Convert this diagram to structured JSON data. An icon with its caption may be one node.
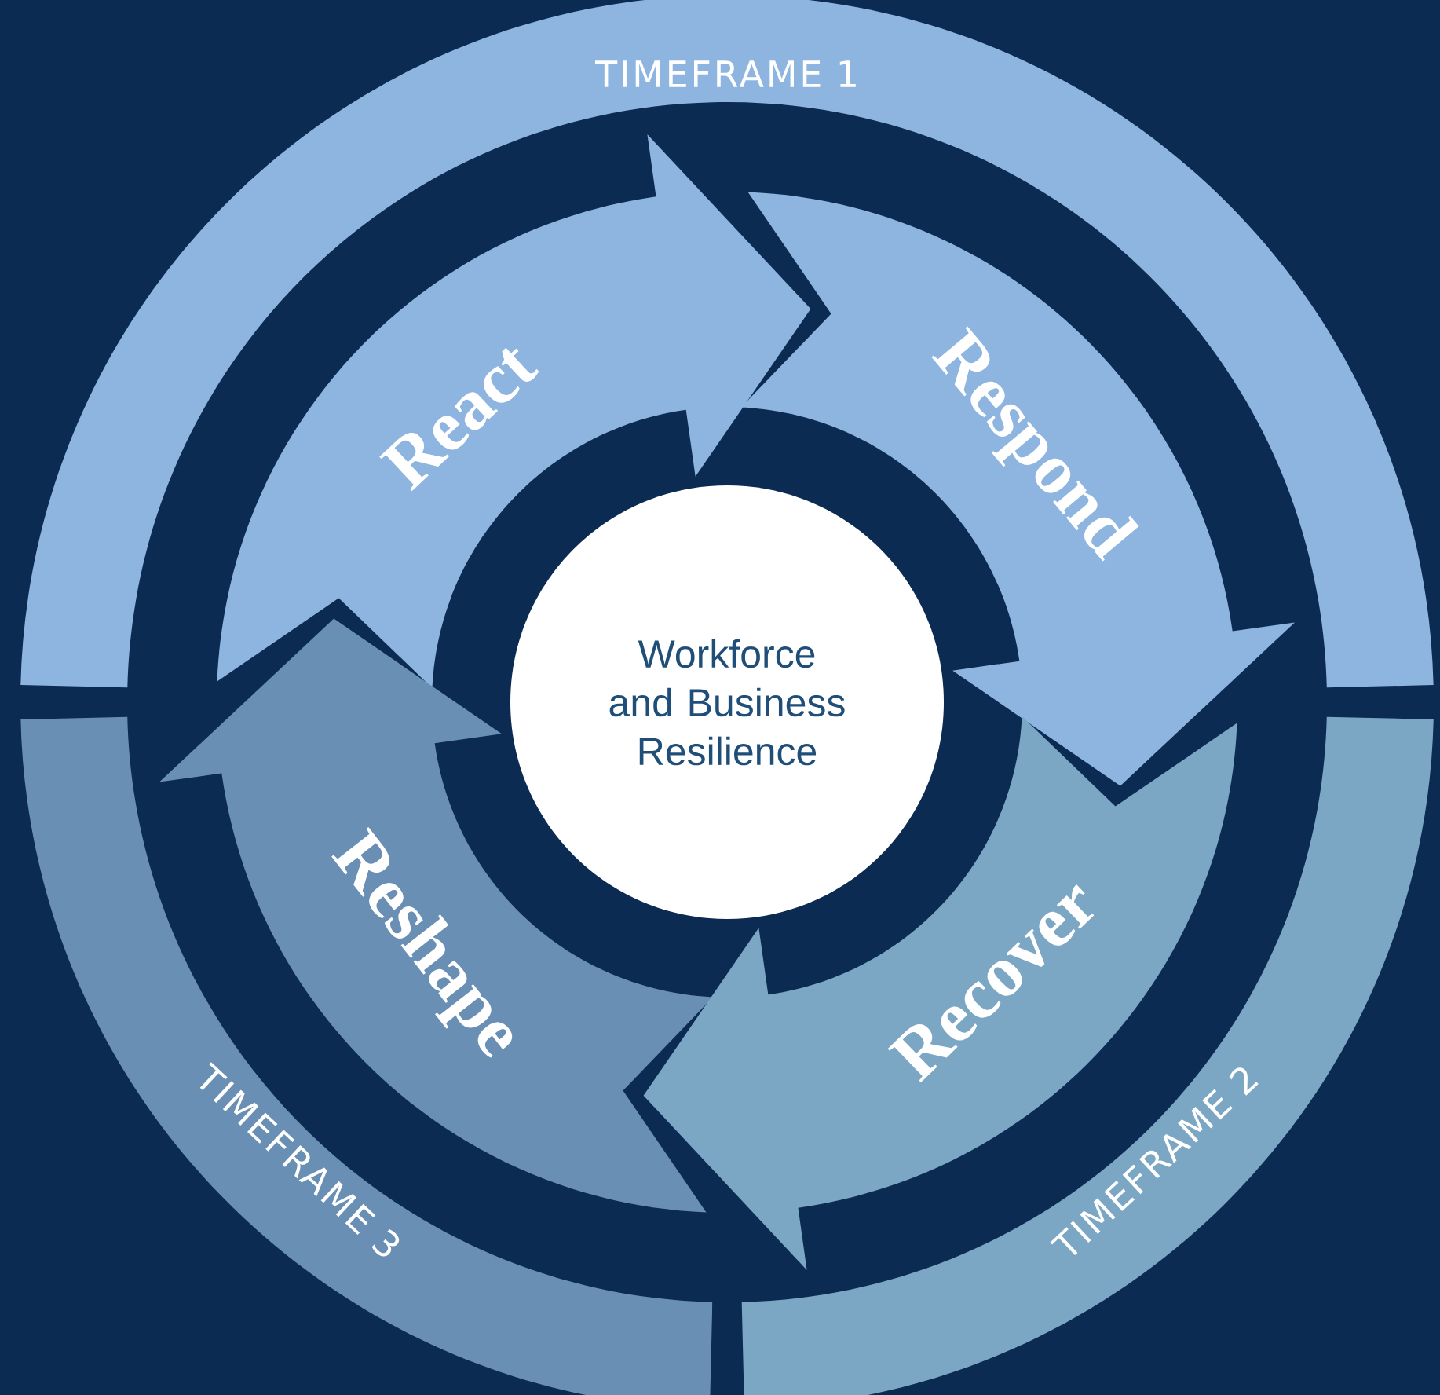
{
  "diagram": {
    "nodes": [
      {
        "text": [
          "TIMEFRAME 1"
        ]
      },
      {
        "text": [
          "React"
        ]
      },
      {
        "text": [
          "Respond"
        ]
      },
      {
        "text": [
          "Workforce and Business Resilience"
        ]
      },
      {
        "text": [
          "Reshape"
        ]
      },
      {
        "text": [
          "Recover"
        ]
      },
      {
        "text": [
          "TIMEFRAME 3"
        ]
      },
      {
        "text": [
          "TIMEFRAME 2"
        ]
      }
    ]
  }
}
